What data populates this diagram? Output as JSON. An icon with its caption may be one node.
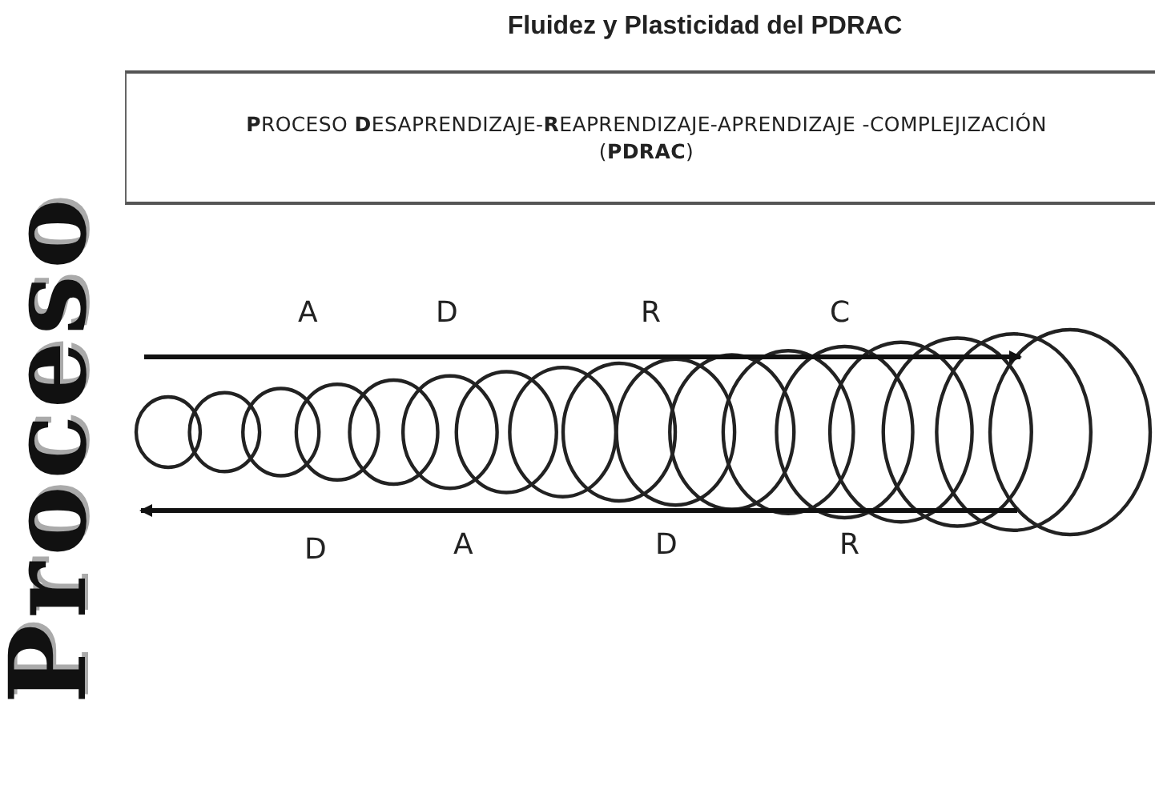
{
  "diagram": {
    "title": "Fluidez y Plasticidad del PDRAC",
    "nodes": [
      {
        "text": [
          "**P**ROCESO **D**ESAPRENDIZAJE-**R**EAPRENDIZAJE-APRENDIZAJE -COMPLEJIZACIÓN",
          "(**PDRAC**)"
        ]
      }
    ],
    "labels": [
      "Proceso",
      "A",
      "D",
      "R",
      "C",
      "D",
      "A",
      "D",
      "R"
    ]
  }
}
